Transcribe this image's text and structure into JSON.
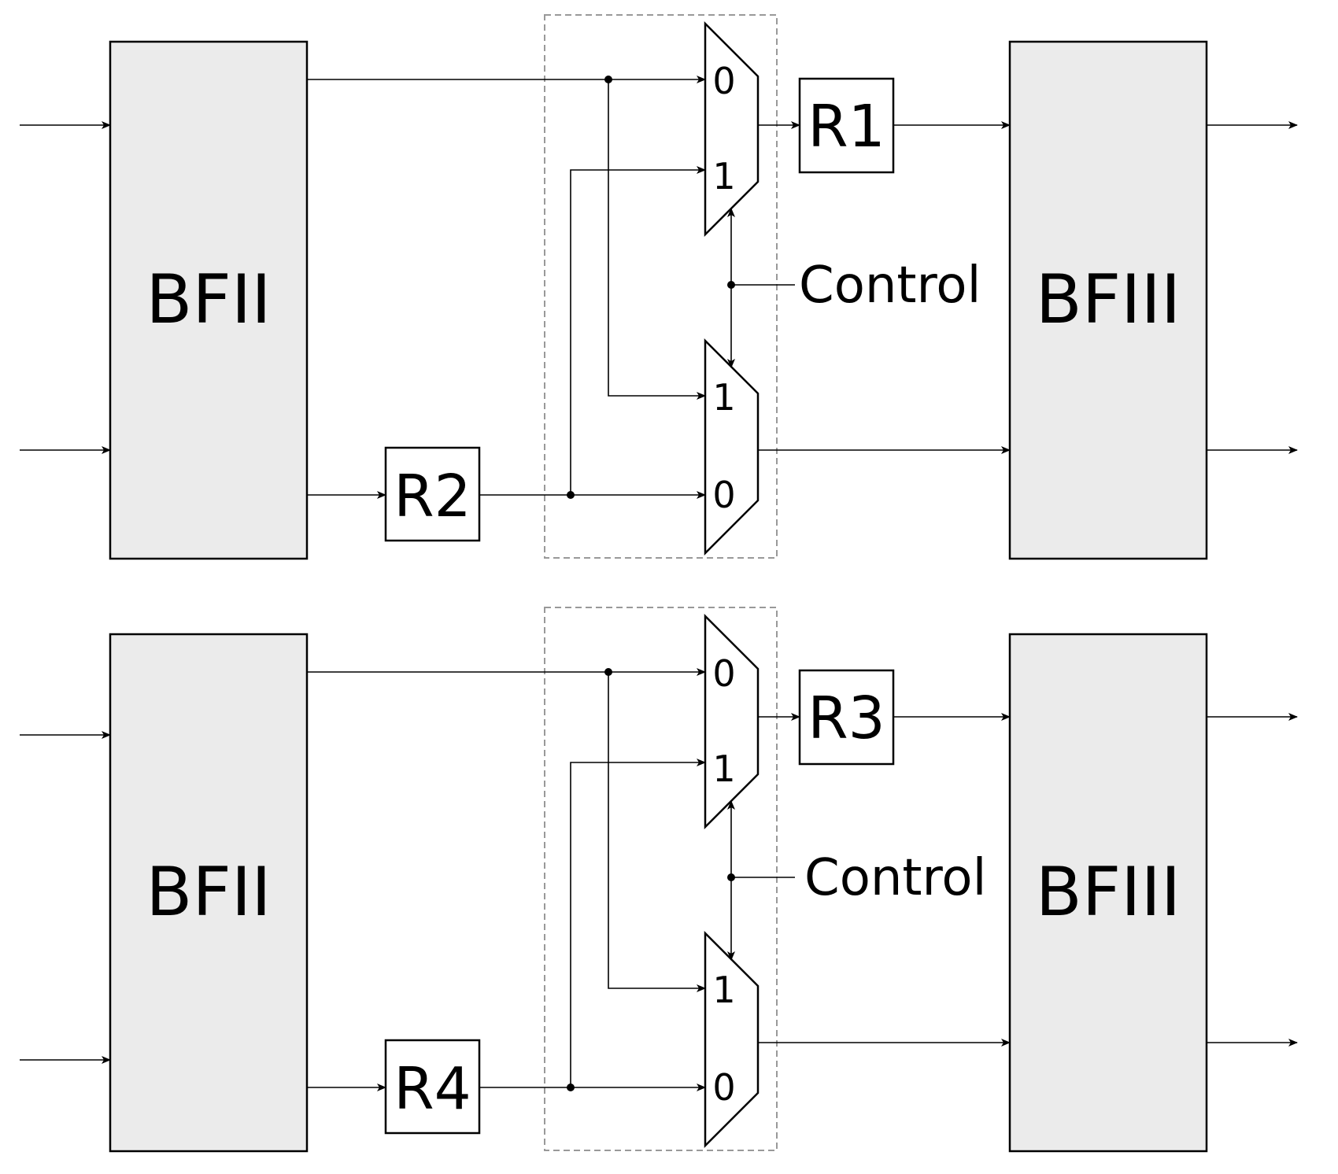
{
  "panels": [
    {
      "left_block": "BFII",
      "right_block": "BFIII",
      "register_top": "R1",
      "register_bottom": "R2",
      "control_label": "Control",
      "mux_top_inputs": [
        "0",
        "1"
      ],
      "mux_bottom_inputs": [
        "1",
        "0"
      ]
    },
    {
      "left_block": "BFII",
      "right_block": "BFIII",
      "register_top": "R3",
      "register_bottom": "R4",
      "control_label": "Control",
      "mux_top_inputs": [
        "0",
        "1"
      ],
      "mux_bottom_inputs": [
        "1",
        "0"
      ]
    }
  ]
}
